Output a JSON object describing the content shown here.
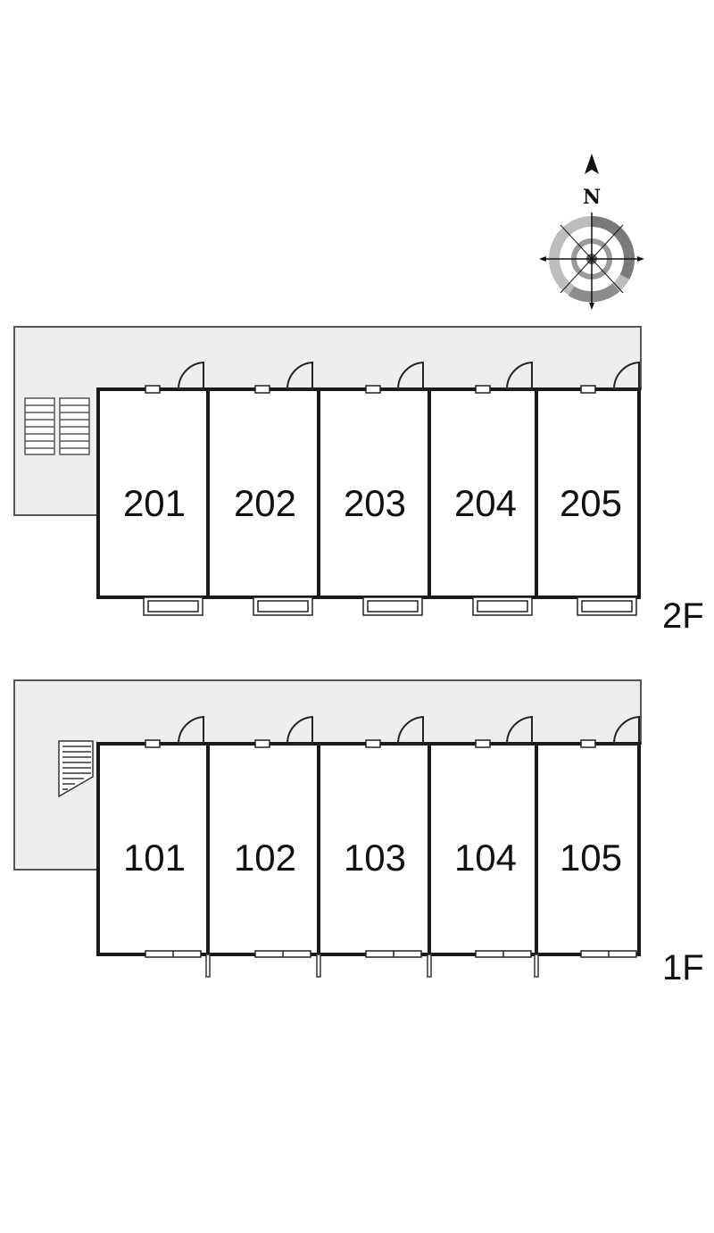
{
  "compass": {
    "north_label": "N"
  },
  "floors": [
    {
      "label": "2F",
      "units": [
        "201",
        "202",
        "203",
        "204",
        "205"
      ]
    },
    {
      "label": "1F",
      "units": [
        "101",
        "102",
        "103",
        "104",
        "105"
      ]
    }
  ],
  "colors": {
    "walkway": "#eeeeee",
    "wall": "#1a1a1a",
    "outline": "#555555"
  }
}
